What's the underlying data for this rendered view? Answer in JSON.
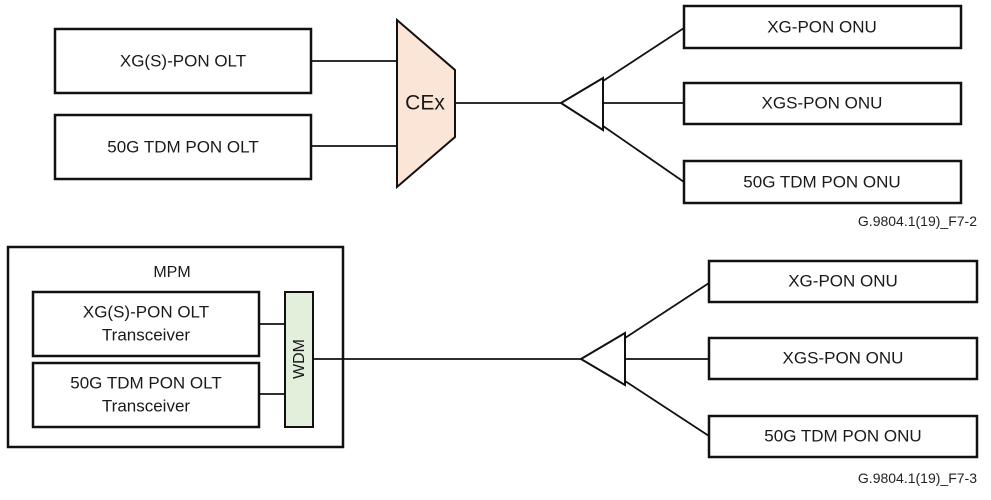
{
  "colors": {
    "cex_fill": "#fbe5d6",
    "wdm_fill": "#e2efda",
    "mpm_label": "#4a6a3a",
    "stroke": "#111111"
  },
  "figure_top": {
    "olts": [
      {
        "label": "XG(S)-PON OLT"
      },
      {
        "label": "50G TDM PON OLT"
      }
    ],
    "coexistence_element": {
      "label": "CEx"
    },
    "splitter": {
      "icon": "splitter-triangle-icon"
    },
    "onus": [
      {
        "label": "XG-PON ONU"
      },
      {
        "label": "XGS-PON ONU"
      },
      {
        "label": "50G TDM PON ONU"
      }
    ],
    "caption": "G.9804.1(19)_F7-2"
  },
  "figure_bottom": {
    "mpm": {
      "label": "MPM"
    },
    "transceivers": [
      {
        "line1": "XG(S)-PON OLT",
        "line2": "Transceiver"
      },
      {
        "line1": "50G TDM PON OLT",
        "line2": "Transceiver"
      }
    ],
    "wdm": {
      "label": "WDM"
    },
    "splitter": {
      "icon": "splitter-triangle-icon"
    },
    "onus": [
      {
        "label": "XG-PON ONU"
      },
      {
        "label": "XGS-PON ONU"
      },
      {
        "label": "50G TDM PON ONU"
      }
    ],
    "caption": "G.9804.1(19)_F7-3"
  }
}
